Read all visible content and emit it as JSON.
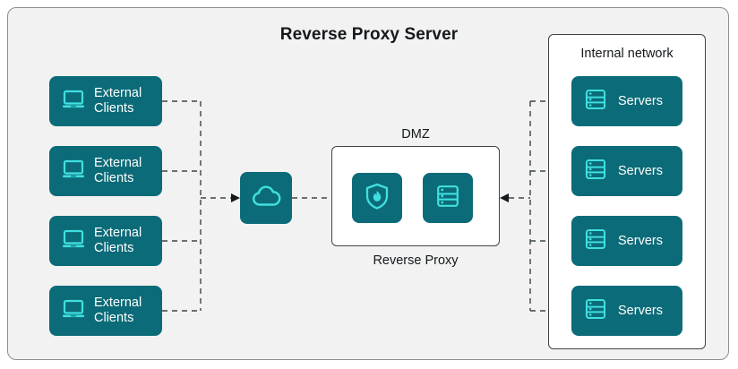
{
  "diagram": {
    "title": "Reverse Proxy Server",
    "background_color": "#f2f2f2",
    "node_color": "#0c6b78",
    "icon_color": "#3fe0e0",
    "border_color": "#3d4449",
    "text_color": "#15191c"
  },
  "clients": [
    {
      "label": "External\nClients",
      "icon": "laptop-icon"
    },
    {
      "label": "External\nClients",
      "icon": "laptop-icon"
    },
    {
      "label": "External\nClients",
      "icon": "laptop-icon"
    },
    {
      "label": "External\nClients",
      "icon": "laptop-icon"
    }
  ],
  "internet": {
    "icon": "cloud-icon"
  },
  "dmz": {
    "title": "DMZ",
    "caption": "Reverse Proxy",
    "nodes": [
      {
        "icon": "firewall-shield-icon"
      },
      {
        "icon": "server-icon"
      }
    ]
  },
  "internal_network": {
    "title": "Internal network",
    "servers": [
      {
        "label": "Servers",
        "icon": "server-icon"
      },
      {
        "label": "Servers",
        "icon": "server-icon"
      },
      {
        "label": "Servers",
        "icon": "server-icon"
      },
      {
        "label": "Servers",
        "icon": "server-icon"
      }
    ]
  }
}
